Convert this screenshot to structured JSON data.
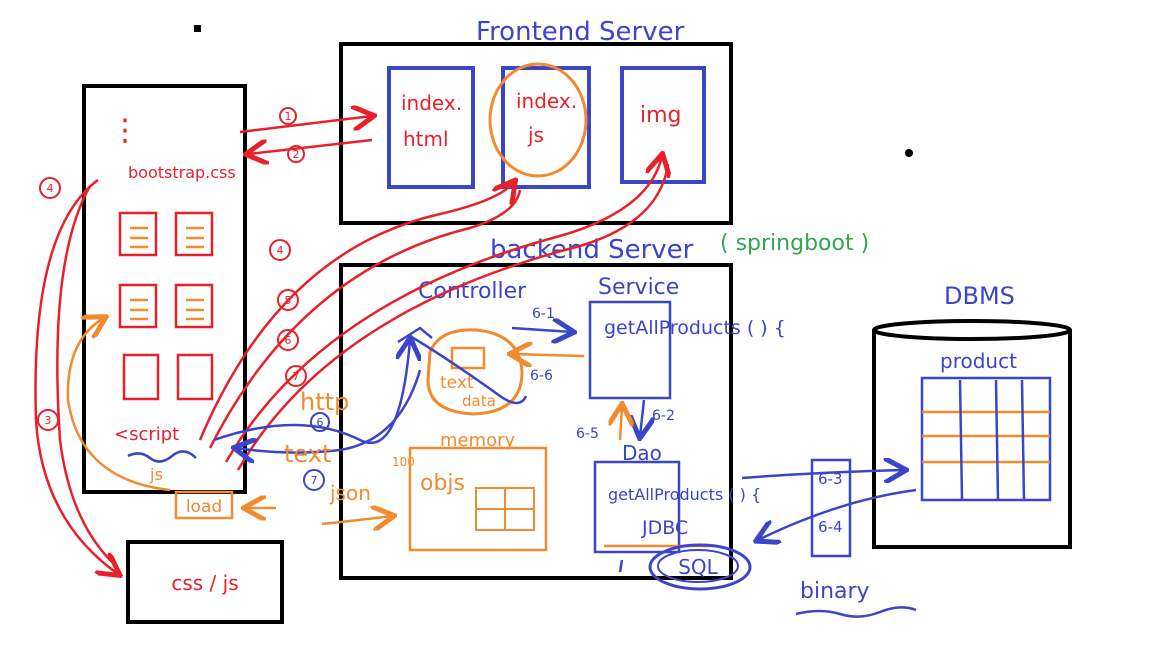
{
  "colors": {
    "black": "#000000",
    "red": "#e8202a",
    "blue": "#3b45c8",
    "orange": "#f28a2e",
    "green": "#2fa84f"
  },
  "labels": {
    "frontend_title": "Frontend Server",
    "index_html_1": "index.",
    "index_html_2": "html",
    "index_js_1": "index.",
    "index_js_2": "js",
    "img": "img",
    "bootstrap": "bootstrap.css",
    "ellipsis": "⋮",
    "script": "<script",
    "load": "load",
    "js_small": "js",
    "css_js": "css / js",
    "backend_title": "backend Server",
    "springboot": "( springboot )",
    "controller": "Controller",
    "service": "Service",
    "get_all_products": "getAllProducts ( ) {",
    "dao": "Dao",
    "dao_method": "getAllProducts ( ) {",
    "jdbc": "JDBC",
    "sql": "SQL",
    "text_data_1": "text",
    "text_data_2": "data",
    "memory": "memory",
    "objs": "objs",
    "mem_100": "100",
    "http": "http",
    "text": "text",
    "json": "json",
    "dbms": "DBMS",
    "product": "product",
    "binary": "binary",
    "step_1": "1",
    "step_2": "2",
    "step_3": "3",
    "step_4": "4",
    "step_5": "5",
    "step_6": "6",
    "step_7": "7",
    "step_6_1": "6-1",
    "step_6_2": "6-2",
    "step_6_3": "6-3",
    "step_6_4": "6-4",
    "step_6_5": "6-5",
    "step_6_6": "6-6"
  }
}
